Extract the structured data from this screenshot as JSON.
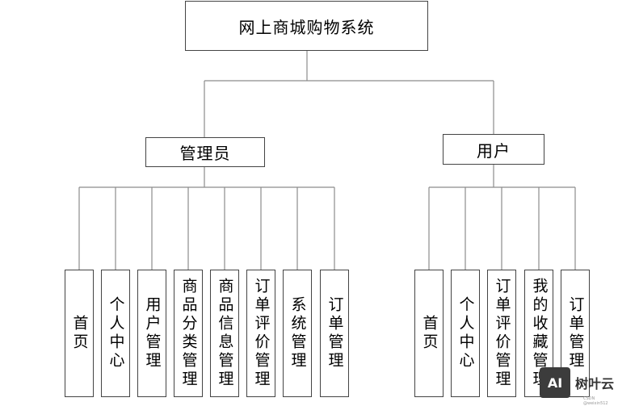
{
  "root": {
    "label": "网上商城购物系统"
  },
  "groups": [
    {
      "label": "管理员",
      "children": [
        "首页",
        "个人中心",
        "用户管理",
        "商品分类管理",
        "商品信息管理",
        "订单评价管理",
        "系统管理",
        "订单管理"
      ]
    },
    {
      "label": "用户",
      "children": [
        "首页",
        "个人中心",
        "订单评价管理",
        "我的收藏管理",
        "订单管理"
      ]
    }
  ],
  "watermark": {
    "logo": "AI",
    "text": "树叶云"
  },
  "credit": "CSDN @weixin512",
  "colors": {
    "line": "#8c8c8c",
    "border": "#444444"
  }
}
